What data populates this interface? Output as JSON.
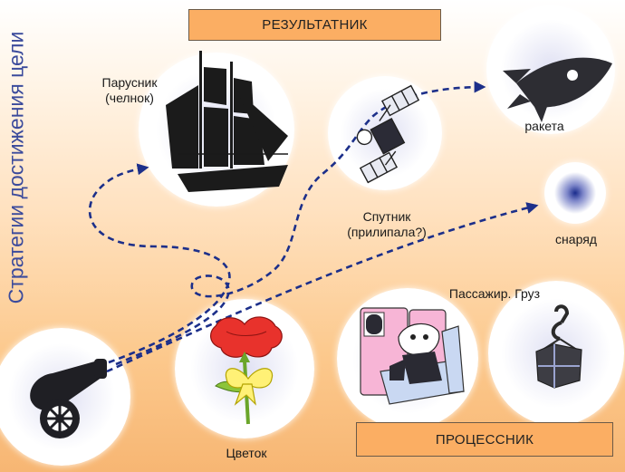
{
  "title": "Стратегии достижения цели",
  "result_box": "РЕЗУЛЬТАТНИК",
  "process_box": "ПРОЦЕССНИК",
  "items": {
    "sailboat": "Парусник\n(челнок)",
    "satellite": "Спутник\n(прилипала?)",
    "rocket": "ракета",
    "projectile": "снаряд",
    "flower": "Цветок",
    "cargo": "Пассажир. Груз"
  },
  "colors": {
    "arrow": "#1c2f8a",
    "box_fill": "#fbae63",
    "title": "#3b4b9c"
  }
}
